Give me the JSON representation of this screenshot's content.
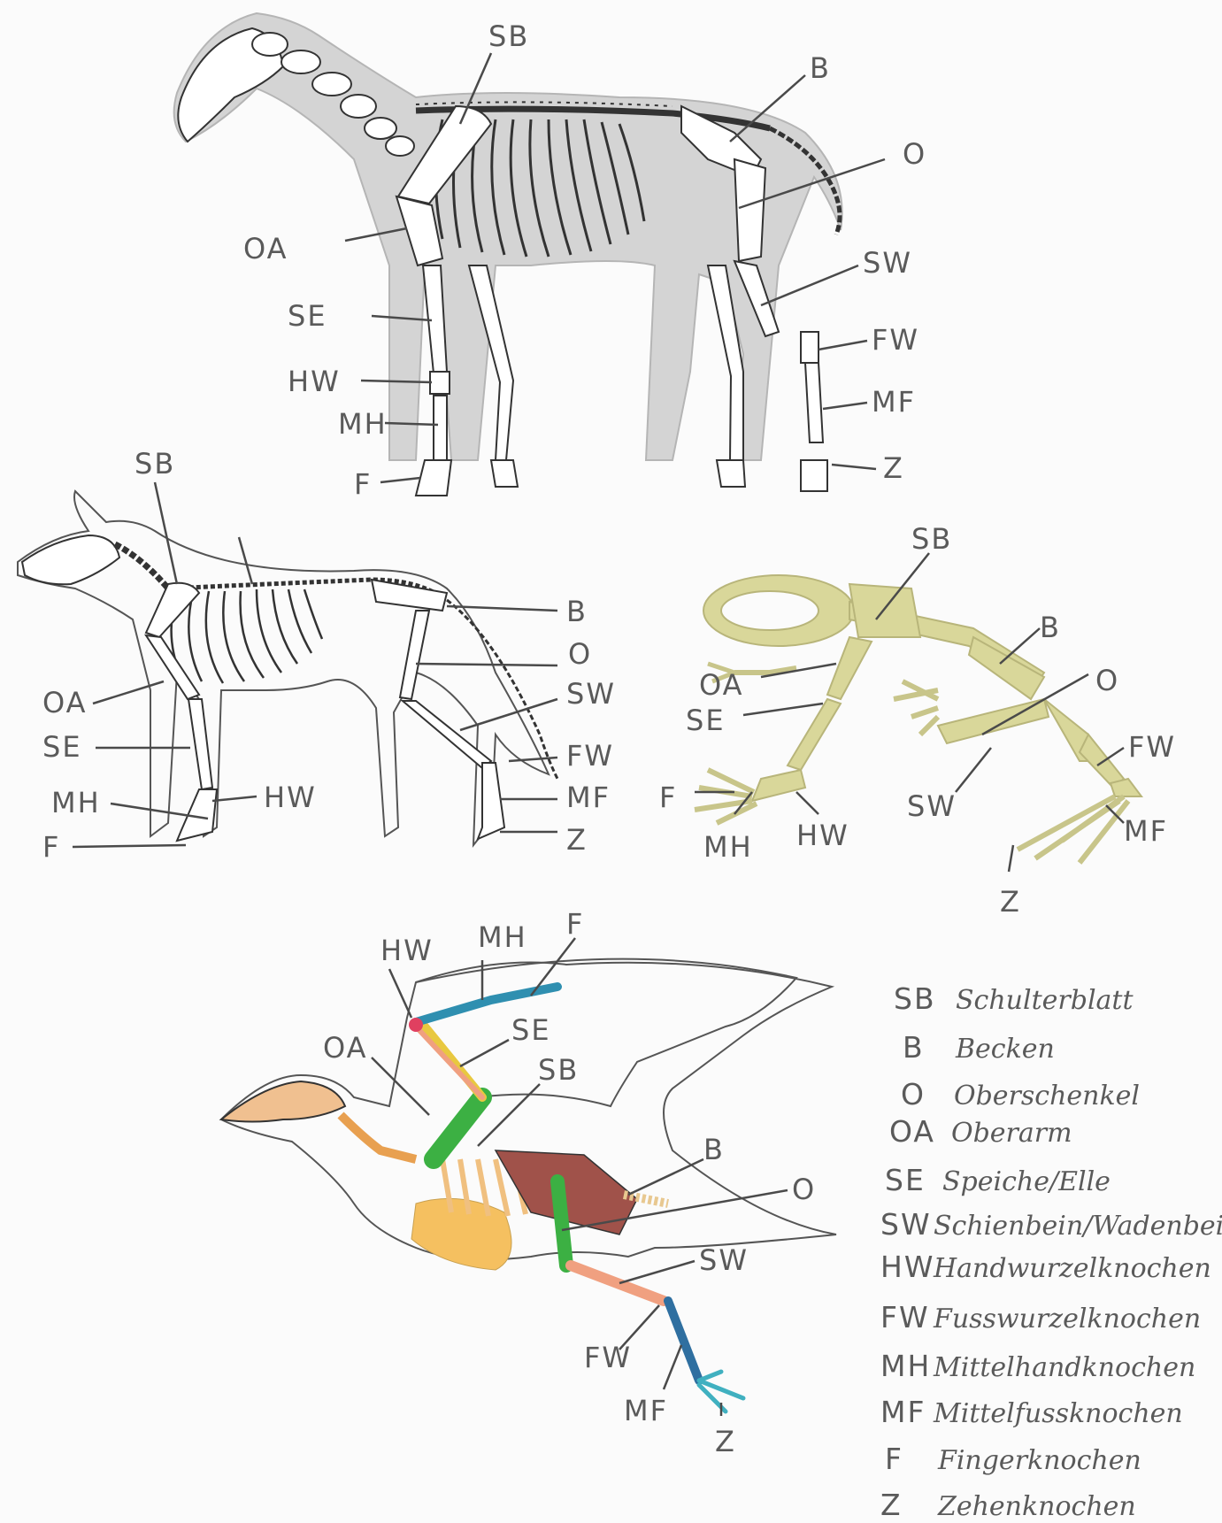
{
  "horse": {
    "labels": {
      "sb": "SB",
      "b": "B",
      "o": "O",
      "oa": "OA",
      "sw": "SW",
      "se": "SE",
      "fw": "FW",
      "hw": "HW",
      "mf": "MF",
      "mh": "MH",
      "z": "Z",
      "f": "F"
    }
  },
  "dog": {
    "labels": {
      "sb": "SB",
      "b": "B",
      "o": "O",
      "sw": "SW",
      "oa": "OA",
      "se": "SE",
      "fw": "FW",
      "mf": "MF",
      "mh": "MH",
      "hw": "HW",
      "f": "F",
      "z": "Z"
    }
  },
  "frog": {
    "labels": {
      "sb": "SB",
      "b": "B",
      "oa": "OA",
      "o": "O",
      "se": "SE",
      "fw": "FW",
      "sw": "SW",
      "f": "F",
      "mf": "MF",
      "mh": "MH",
      "hw": "HW",
      "z": "Z"
    }
  },
  "bird": {
    "labels": {
      "hw": "HW",
      "mh": "MH",
      "f": "F",
      "se": "SE",
      "oa": "OA",
      "sb": "SB",
      "b": "B",
      "o": "O",
      "sw": "SW",
      "fw": "FW",
      "mf": "MF",
      "z": "Z"
    }
  },
  "legend": [
    {
      "abbr": "SB",
      "text": "Schulterblatt"
    },
    {
      "abbr": "B",
      "text": "Becken"
    },
    {
      "abbr": "O",
      "text": "Oberschenkel"
    },
    {
      "abbr": "OA",
      "text": "Oberarm"
    },
    {
      "abbr": "SE",
      "text": "Speiche/Elle"
    },
    {
      "abbr": "SW",
      "text": "Schienbein/Wadenbein"
    },
    {
      "abbr": "HW",
      "text": "Handwurzelknochen"
    },
    {
      "abbr": "FW",
      "text": "Fusswurzelknochen"
    },
    {
      "abbr": "MH",
      "text": "Mittelhandknochen"
    },
    {
      "abbr": "MF",
      "text": "Mittelfussknochen"
    },
    {
      "abbr": "F",
      "text": "Fingerknochen"
    },
    {
      "abbr": "Z",
      "text": "Zehenknochen"
    }
  ],
  "colors": {
    "horse_shadow": "#d4d4d4",
    "frog_bone": "#d9d79a",
    "bird_humerus": "#3cb043",
    "bird_radius": "#e8c840",
    "bird_hand": "#2f8fb0",
    "bird_pelvis": "#a0524a",
    "bird_femur": "#3cb043",
    "bird_tibia": "#f0a080",
    "bird_foot": "#2f6fa0",
    "bird_skull": "#f0c090",
    "bird_neck": "#e8a050",
    "bird_sternum": "#f5c060"
  }
}
